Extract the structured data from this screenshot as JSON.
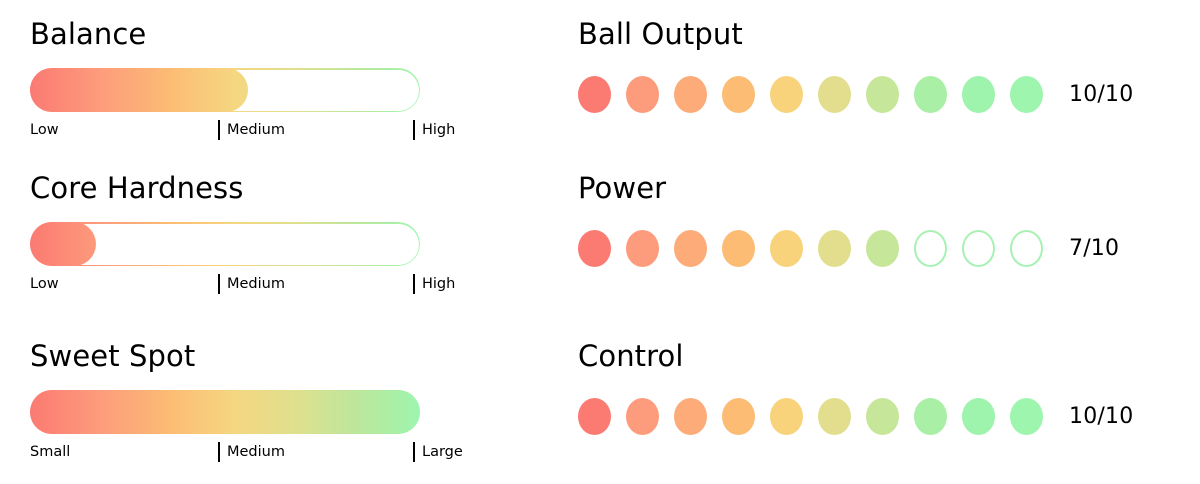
{
  "palette": {
    "dot_scale": [
      "#fb7a72",
      "#fd9c7c",
      "#fcab79",
      "#fcbc74",
      "#f8d37b",
      "#e2de8d",
      "#c6e79a",
      "#a9efa6",
      "#9ef3ad",
      "#9ef5ae"
    ],
    "empty_dot_outline": "#a8f0b5",
    "gradient_start": "#fb7a72",
    "gradient_mid": "#f6d680",
    "gradient_end": "#9ef5ae",
    "text": "#000000",
    "background": "#ffffff"
  },
  "meters": [
    {
      "title": "Balance",
      "fill_percent": 56,
      "scale": [
        {
          "label": "Low",
          "tick": false
        },
        {
          "label": "Medium",
          "tick": true
        },
        {
          "label": "High",
          "tick": true
        }
      ]
    },
    {
      "title": "Core Hardness",
      "fill_percent": 17,
      "scale": [
        {
          "label": "Low",
          "tick": false
        },
        {
          "label": "Medium",
          "tick": true
        },
        {
          "label": "High",
          "tick": true
        }
      ]
    },
    {
      "title": "Sweet Spot",
      "fill_percent": 100,
      "scale": [
        {
          "label": "Small",
          "tick": false
        },
        {
          "label": "Medium",
          "tick": true
        },
        {
          "label": "Large",
          "tick": true
        }
      ]
    }
  ],
  "ratings": [
    {
      "title": "Ball Output",
      "filled": 10,
      "total": 10,
      "value_label": "10/10"
    },
    {
      "title": "Power",
      "filled": 7,
      "total": 10,
      "value_label": "7/10"
    },
    {
      "title": "Control",
      "filled": 10,
      "total": 10,
      "value_label": "10/10"
    }
  ]
}
